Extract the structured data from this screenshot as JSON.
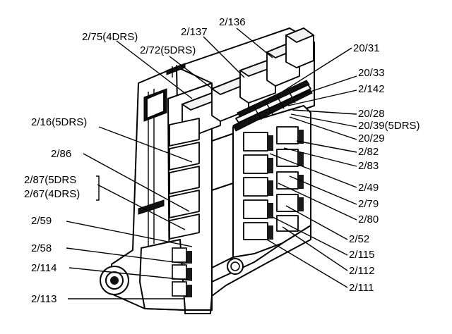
{
  "labels": {
    "l_2_75": "2/75(4DRS)",
    "l_2_137": "2/137",
    "l_2_136": "2/136",
    "l_2_72": "2/72(5DRS)",
    "l_20_31": "20/31",
    "l_20_33": "20/33",
    "l_2_142": "2/142",
    "l_20_28": "20/28",
    "l_20_39": "20/39(5DRS)",
    "l_20_29": "20/29",
    "l_2_82": "2/82",
    "l_2_83": "2/83",
    "l_2_49": "2/49",
    "l_2_79": "2/79",
    "l_2_80": "2/80",
    "l_2_52": "2/52",
    "l_2_115": "2/115",
    "l_2_112": "2/112",
    "l_2_111": "2/111",
    "l_2_16": "2/16(5DRS)",
    "l_2_86": "2/86",
    "l_2_87": "2/87(5DRS",
    "l_2_67": "2/67(4DRS)",
    "l_2_59": "2/59",
    "l_2_58": "2/58",
    "l_2_114": "2/114",
    "l_2_113": "2/113"
  }
}
